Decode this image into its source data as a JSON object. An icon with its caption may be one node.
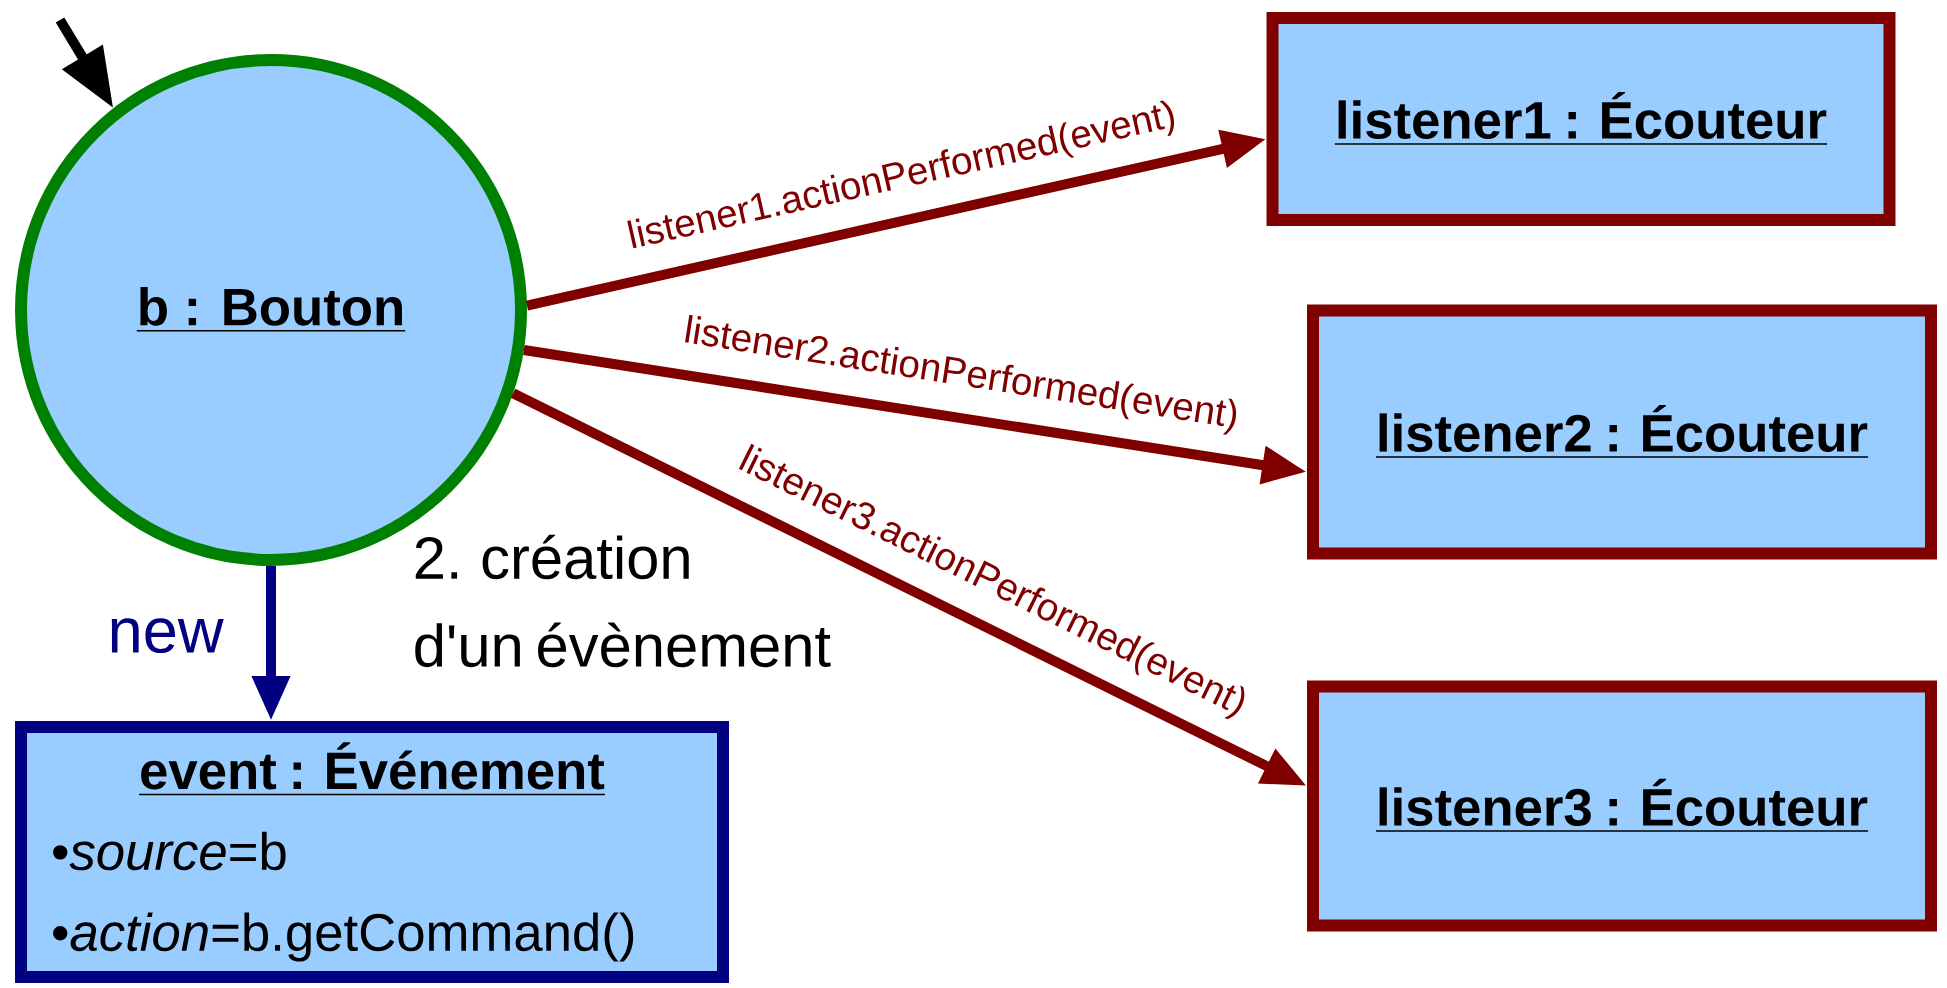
{
  "diagram": {
    "nodes": [
      {
        "text": [
          "b : Bouton"
        ]
      },
      {
        "text": [
          "listener1 : Écouteur"
        ]
      },
      {
        "text": [
          "listener2 : Écouteur"
        ]
      },
      {
        "text": [
          "listener3 : Écouteur"
        ]
      },
      {
        "text": [
          "event : Événement",
          "•*source*=b",
          "•*action*=b.getCommand()"
        ]
      }
    ],
    "edges": [
      {
        "from": null,
        "to": 0,
        "arrow": "to",
        "color": "#000000"
      },
      {
        "from": 0,
        "to": 1,
        "arrow": "to",
        "label": "listener1.actionPerformed(event)"
      },
      {
        "from": 0,
        "to": 2,
        "arrow": "to",
        "label": "listener2.actionPerformed(event)"
      },
      {
        "from": 0,
        "to": 3,
        "arrow": "to",
        "label": "listener3.actionPerformed(event)"
      },
      {
        "from": 0,
        "to": 4,
        "arrow": "to",
        "label": "new",
        "color": "#000080"
      }
    ],
    "labels": [
      "2. création d'un évènement"
    ]
  }
}
